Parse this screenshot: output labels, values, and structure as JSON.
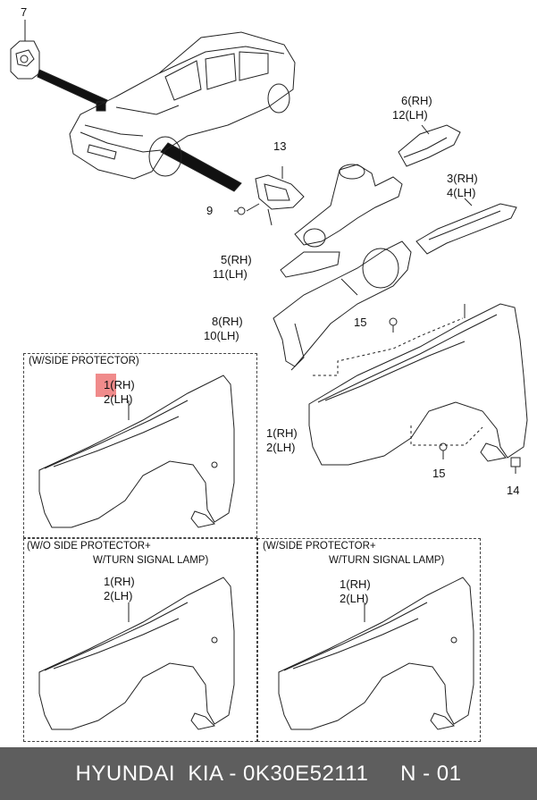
{
  "labels": {
    "p7": "7",
    "p13": "13",
    "p9": "9",
    "p6": "6",
    "p6_side": "(RH)",
    "p12": "12",
    "p12_side": "(LH)",
    "p3": "3",
    "p3_side": "(RH)",
    "p4": "4",
    "p4_side": "(LH)",
    "p5": "5",
    "p5_side": "(RH)",
    "p11": "11",
    "p11_side": "(LH)",
    "p8": "8",
    "p8_side": "(RH)",
    "p10": "10",
    "p10_side": "(LH)",
    "p15a": "15",
    "p15b": "15",
    "p14": "14",
    "p1_main": "1",
    "p1_main_side": "(RH)",
    "p2_main": "2",
    "p2_main_side": "(LH)"
  },
  "boxes": {
    "side_protector": {
      "title": "(W/SIDE PROTECTOR)",
      "p1": "1",
      "p1_side": "(RH)",
      "p2": "2",
      "p2_side": "(LH)"
    },
    "no_side_protector_turn": {
      "title_line1": "(W/O SIDE PROTECTOR+",
      "title_line2": "W/TURN SIGNAL LAMP)",
      "p1": "1",
      "p1_side": "(RH)",
      "p2": "2",
      "p2_side": "(LH)"
    },
    "side_protector_turn": {
      "title_line1": "(W/SIDE PROTECTOR+",
      "title_line2": "W/TURN SIGNAL LAMP)",
      "p1": "1",
      "p1_side": "(RH)",
      "p2": "2",
      "p2_side": "(LH)"
    }
  },
  "footer": {
    "text": "HYUNDAI  KIA - 0K30E52111     N - 01"
  },
  "colors": {
    "highlight": "#f08b8b",
    "footer_bg": "#5e5e5e",
    "line": "#222222"
  }
}
